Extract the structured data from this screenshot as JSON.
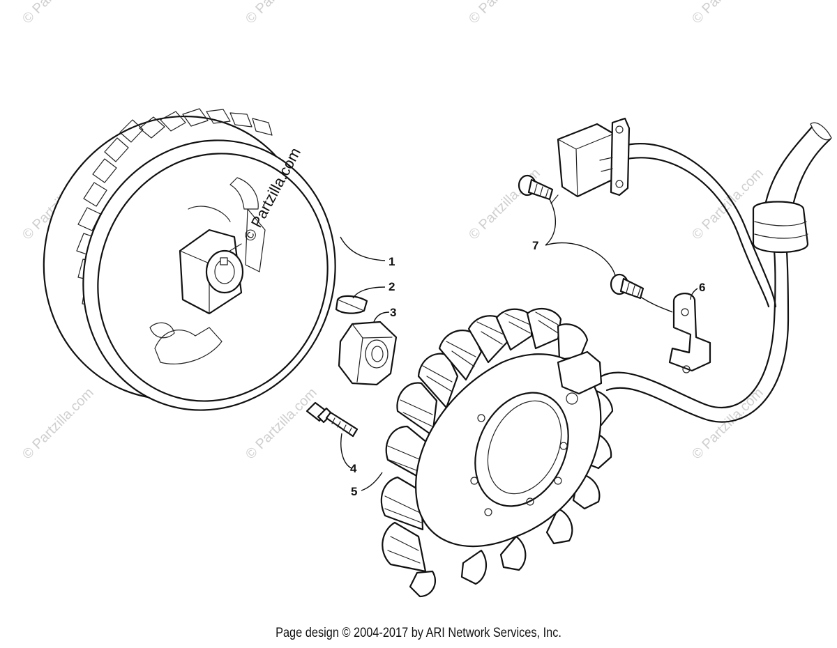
{
  "callouts": [
    "1",
    "2",
    "3",
    "4",
    "5",
    "6",
    "7"
  ],
  "watermark": {
    "text": "© Partzilla.com",
    "repeated_text": "© Partzilla.com"
  },
  "footer": {
    "copyright": "Page design © 2004-2017 by ARI Network Services, Inc."
  }
}
